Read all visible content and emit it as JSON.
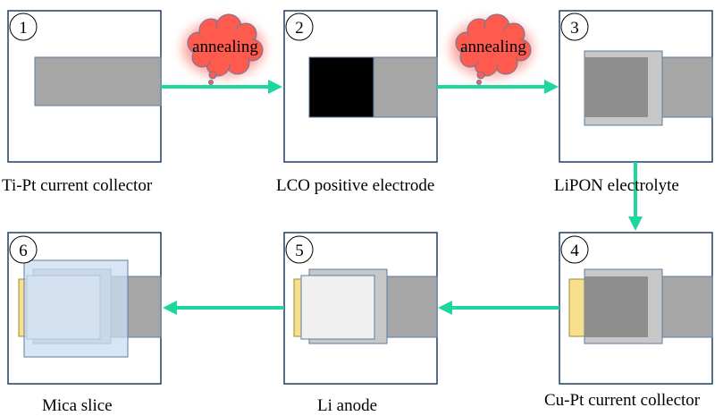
{
  "steps": [
    {
      "number": "1",
      "label": "Ti-Pt current collector"
    },
    {
      "number": "2",
      "label": "LCO positive electrode"
    },
    {
      "number": "3",
      "label": "LiPON electrolyte"
    },
    {
      "number": "4",
      "label": "Cu-Pt current collector"
    },
    {
      "number": "5",
      "label": "Li anode"
    },
    {
      "number": "6",
      "label": "Mica slice"
    }
  ],
  "annealing": [
    {
      "label": "annealing"
    },
    {
      "label": "annealing"
    }
  ],
  "colors": {
    "panel_border": "#1f3f66",
    "arrow": "#1ed6a0",
    "collector": "#a6a6a6",
    "lco": "#000000",
    "lipon_fill": "#8e8e8e",
    "lipon_edge": "#c8c8c8",
    "cu_pt": "#f7e08c",
    "li_anode": "#f0f0f0",
    "mica": "#c9dcf0",
    "cloud": "#ff5a4e"
  }
}
